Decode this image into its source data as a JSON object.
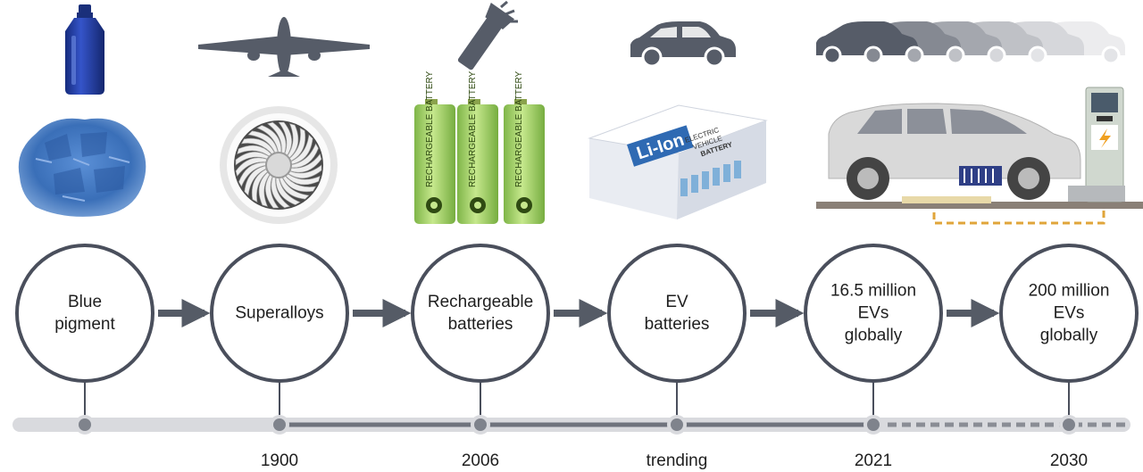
{
  "nodes": [
    {
      "id": "blue-pigment",
      "label": "Blue\npigment",
      "year": ""
    },
    {
      "id": "superalloys",
      "label": "Superalloys",
      "year": "1900"
    },
    {
      "id": "rechargeable-batteries",
      "label": "Rechargeable\nbatteries",
      "year": "2006"
    },
    {
      "id": "ev-batteries",
      "label": "EV\nbatteries",
      "year": "trending"
    },
    {
      "id": "ev-2021",
      "label": "16.5 million\nEVs\nglobally",
      "year": "2021"
    },
    {
      "id": "ev-2030",
      "label": "200 million\nEVs\nglobally",
      "year": "2030"
    }
  ],
  "illustrations": {
    "battery_cell_text": "RECHARGEABLE BATTERY",
    "liion_text": "Li-Ion",
    "liion_subtext": [
      "ELECTRIC",
      "VEHICLE",
      "BATTERY"
    ]
  },
  "colors": {
    "circle_stroke": "#4a4f5c",
    "arrow": "#555b66",
    "timeline_track": "#d9dade",
    "timeline_solid": "#6f737d",
    "timeline_dashed": "#8a8d95",
    "dot": "#7f838c",
    "icon_gray": "#565c68",
    "cobalt_blue": "#3a6fb8",
    "bottle_blue": "#1f3a9e",
    "battery_green": "#9bcf5c"
  },
  "icons": [
    "bottle-icon",
    "airplane-icon",
    "flashlight-icon",
    "car-icon",
    "car-fleet-icon",
    "cobalt-powder-icon",
    "turbine-icon",
    "battery-cells-icon",
    "liion-pack-icon",
    "ev-charging-icon"
  ]
}
